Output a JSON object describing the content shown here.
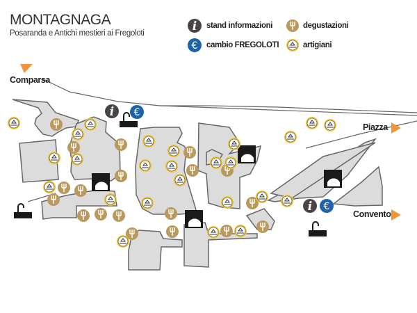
{
  "header": {
    "title": "MONTAGNAGA",
    "subtitle": "Posaranda e Antichi mestieri ai Fregoloti"
  },
  "legend": [
    {
      "icon": "info-icon",
      "label": "stand informazioni"
    },
    {
      "icon": "euro-icon",
      "label": "cambio FREGOLOTI"
    },
    {
      "icon": "fork-icon",
      "label": "degustazioni"
    },
    {
      "icon": "artisan-icon",
      "label": "artigiani"
    }
  ],
  "places": {
    "comparsa": "Comparsa",
    "piazza": "Piazza",
    "convento": "Convento"
  },
  "colors": {
    "block": "#dcdcdc",
    "outline": "#666666",
    "arrow": "#f0953a",
    "gold": "#b89a5e",
    "yellow": "#f3c32d",
    "info": "#4a4446",
    "euro": "#1e63a8"
  }
}
